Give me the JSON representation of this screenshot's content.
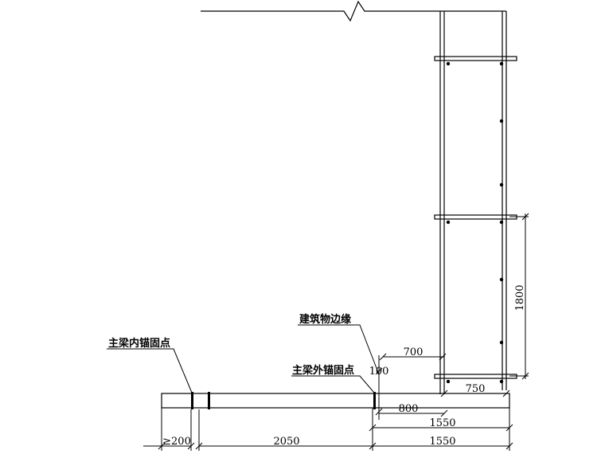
{
  "labels": {
    "building_edge": "建筑物边缘",
    "inner_anchor": "主梁内锚固点",
    "outer_anchor": "主梁外锚固点"
  },
  "dimensions": {
    "d700": "700",
    "d100": "100",
    "d750": "750",
    "d800": "800",
    "d1550_upper": "1550",
    "d1550_lower": "1550",
    "d2050": "2050",
    "d200": "≥200",
    "d1800": "1800"
  }
}
